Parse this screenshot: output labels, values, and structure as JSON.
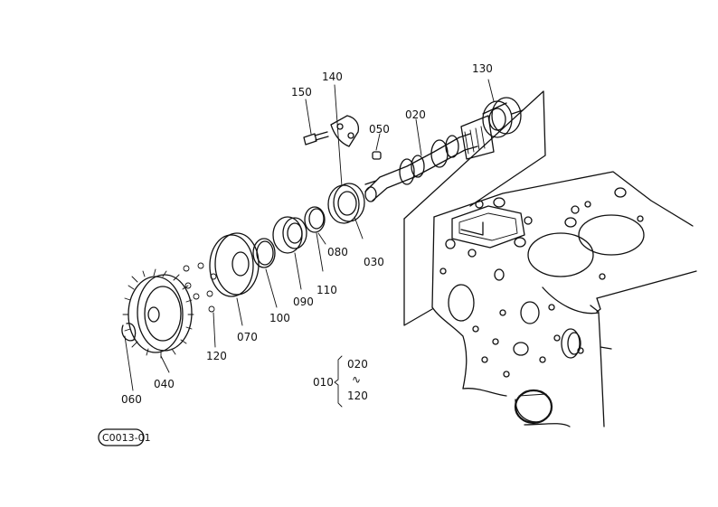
{
  "diagram": {
    "part_labels": [
      {
        "id": "020",
        "text": "020"
      },
      {
        "id": "030",
        "text": "030"
      },
      {
        "id": "040",
        "text": "040"
      },
      {
        "id": "050",
        "text": "050"
      },
      {
        "id": "060",
        "text": "060"
      },
      {
        "id": "070",
        "text": "070"
      },
      {
        "id": "080",
        "text": "080"
      },
      {
        "id": "090",
        "text": "090"
      },
      {
        "id": "100",
        "text": "100"
      },
      {
        "id": "110",
        "text": "110"
      },
      {
        "id": "120",
        "text": "120"
      },
      {
        "id": "130",
        "text": "130"
      },
      {
        "id": "140",
        "text": "140"
      },
      {
        "id": "150",
        "text": "150"
      }
    ],
    "assembly_note": {
      "group": "010",
      "from": "020",
      "symbol": "∿",
      "to": "120"
    },
    "figure_code": "C0013-01"
  }
}
